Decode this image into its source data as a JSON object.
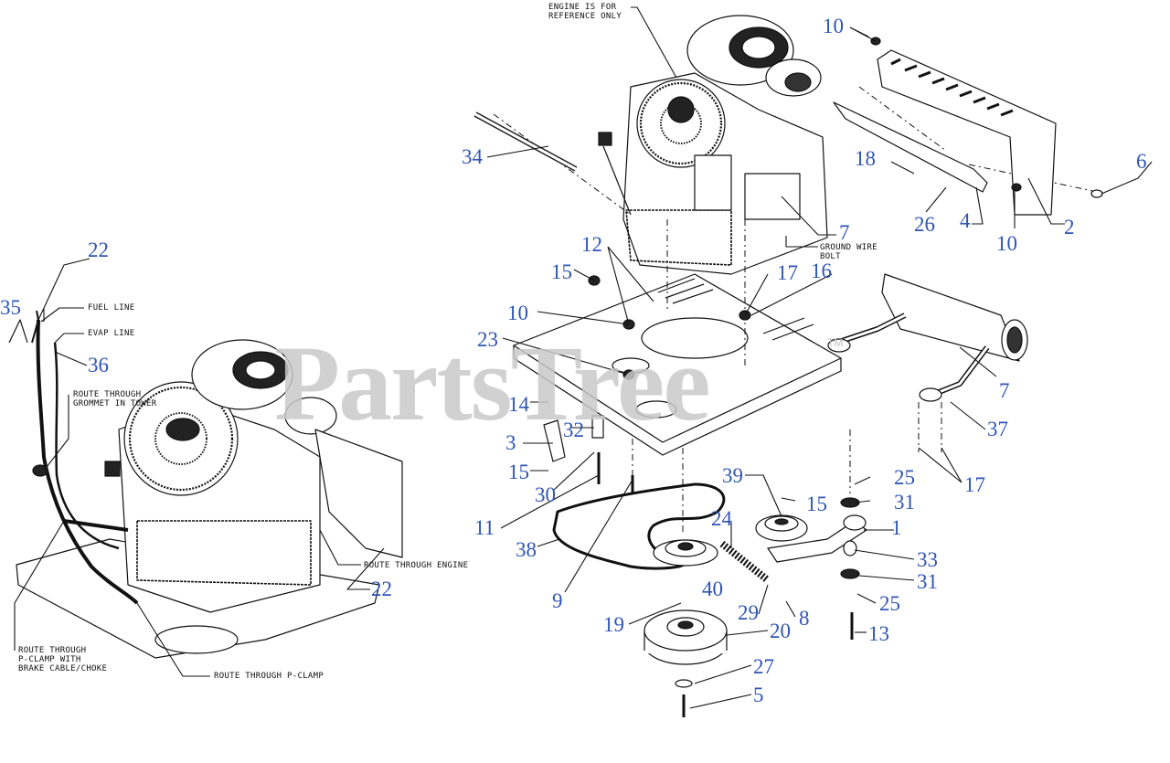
{
  "watermark": {
    "text": "PartsTree",
    "tm": "TM"
  },
  "notes": {
    "engine_reference": "ENGINE IS FOR\nREFERENCE ONLY",
    "ground_wire_bolt": "GROUND WIRE\nBOLT",
    "fuel_line": "FUEL LINE",
    "evap_line": "EVAP LINE",
    "route_grommet": "ROUTE THROUGH\nGROMMET IN TOWER",
    "route_engine": "ROUTE THROUGH ENGINE",
    "route_pclamp_brake": "ROUTE THROUGH\nP-CLAMP WITH\nBRAKE CABLE/CHOKE",
    "route_pclamp": "ROUTE THROUGH P-CLAMP"
  },
  "callouts": {
    "c10a": "10",
    "c10b": "10",
    "c10c": "10",
    "c6": "6",
    "c18": "18",
    "c26": "26",
    "c4": "4",
    "c2": "2",
    "c34": "34",
    "c7a": "7",
    "c7b": "7",
    "c12": "12",
    "c15a": "15",
    "c15b": "15",
    "c15c": "15",
    "c17a": "17",
    "c17b": "17",
    "c16": "16",
    "c23": "23",
    "c14": "14",
    "c3": "3",
    "c32": "32",
    "c30": "30",
    "c11": "11",
    "c38": "38",
    "c9": "9",
    "c39": "39",
    "c24": "24",
    "c40": "40",
    "c25a": "25",
    "c25b": "25",
    "c31a": "31",
    "c31b": "31",
    "c1": "1",
    "c33": "33",
    "c29": "29",
    "c8": "8",
    "c19": "19",
    "c20": "20",
    "c13": "13",
    "c27": "27",
    "c5": "5",
    "c37": "37",
    "c22a": "22",
    "c22b": "22",
    "c35": "35",
    "c36": "36"
  },
  "colors": {
    "callout": "#2f55b5",
    "line": "#111111",
    "watermark": "#c9c9c9"
  }
}
